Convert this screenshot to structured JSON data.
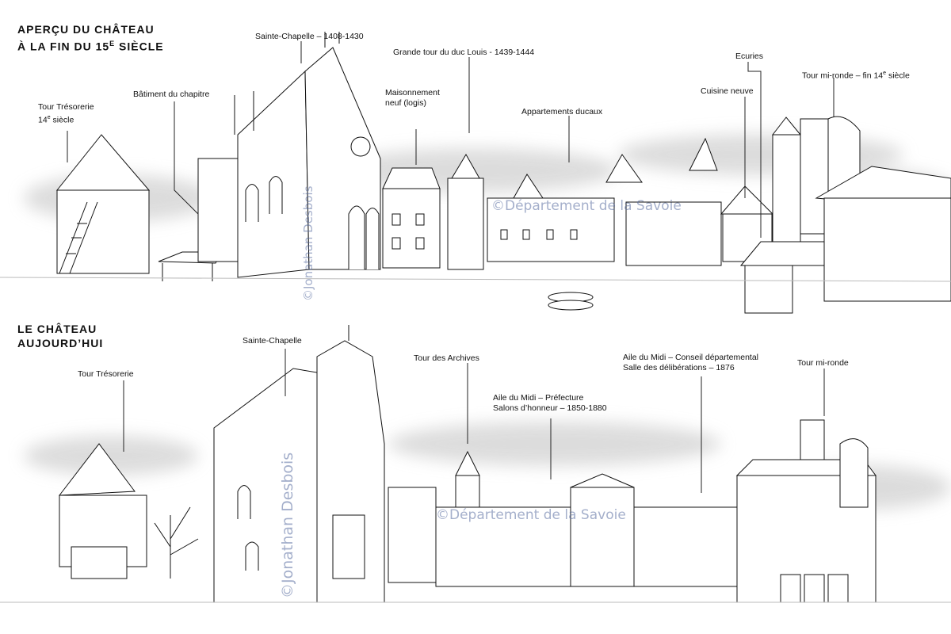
{
  "top_section": {
    "heading_line1": "APERÇU DU CHÂTEAU",
    "heading_line2_prefix": "À LA FIN DU 15",
    "heading_line2_sup": "E",
    "heading_line2_suffix": " SIÈCLE",
    "labels": {
      "sainte_chapelle": "Sainte-Chapelle – 1408-1430",
      "grande_tour": "Grande tour du duc Louis - 1439-1444",
      "ecuries": "Ecuries",
      "tour_mi_ronde_prefix": "Tour mi-ronde – fin 14",
      "tour_mi_ronde_sup": "e",
      "tour_mi_ronde_suffix": " siècle",
      "batiment_chapitre": "Bâtiment du chapitre",
      "maisonnement_line1": "Maisonnement",
      "maisonnement_line2": "neuf (logis)",
      "cuisine_neuve": "Cuisine neuve",
      "tour_tresorerie_line1": "Tour Trésorerie",
      "tour_tresorerie_line2_prefix": "14",
      "tour_tresorerie_line2_sup": "e",
      "tour_tresorerie_line2_suffix": " siècle",
      "appartements_ducaux": "Appartements ducaux"
    }
  },
  "bottom_section": {
    "heading_line1": "LE CHÂTEAU",
    "heading_line2": "AUJOURD’HUI",
    "labels": {
      "sainte_chapelle": "Sainte-Chapelle",
      "tour_archives": "Tour des Archives",
      "aile_midi_conseil_line1": "Aile du Midi – Conseil départemental",
      "aile_midi_conseil_line2": "Salle des délibérations – 1876",
      "tour_mi_ronde": "Tour mi-ronde",
      "tour_tresorerie": "Tour Trésorerie",
      "aile_midi_prefecture_line1": "Aile du Midi – Préfecture",
      "aile_midi_prefecture_line2": "Salons d’honneur – 1850-1880"
    }
  },
  "watermarks": {
    "jonathan": "©Jonathan Desbois",
    "departement": "©Département de la Savoie"
  },
  "colors": {
    "ink": "#111111",
    "cloud": "#dcdcdc",
    "watermark": "#5a6ea0"
  }
}
